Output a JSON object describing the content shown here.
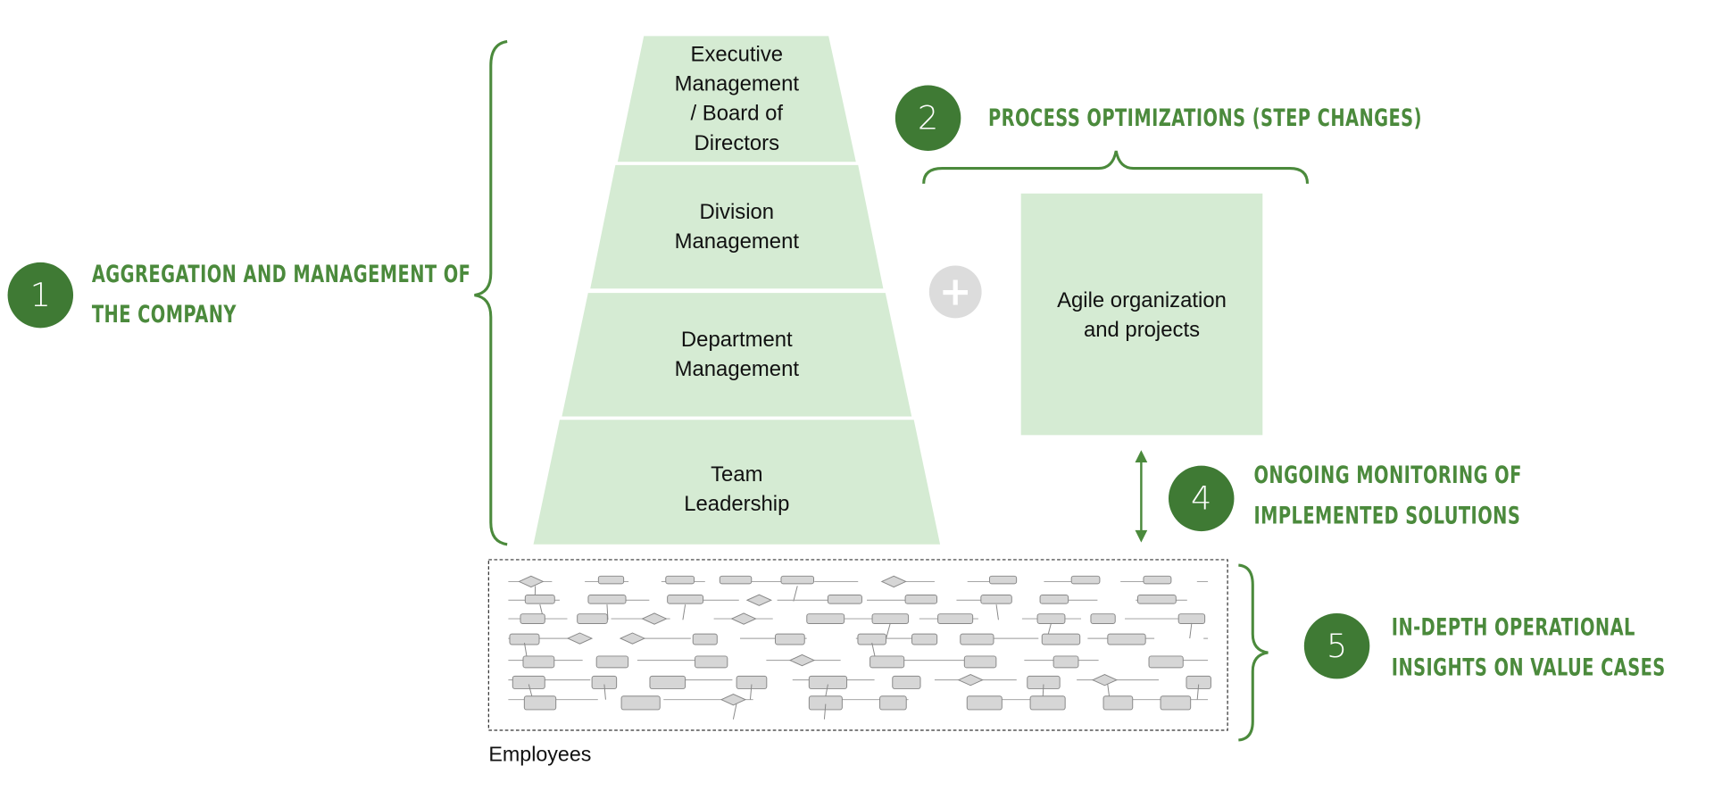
{
  "pyramid": {
    "tiers": [
      {
        "label": "Executive Management / Board of Directors",
        "lines": [
          "Executive",
          "Management",
          "/ Board of",
          "Directors"
        ]
      },
      {
        "label": "Division Management",
        "lines": [
          "Division",
          "Management"
        ]
      },
      {
        "label": "Department Management",
        "lines": [
          "Department",
          "Management"
        ]
      },
      {
        "label": "Team Leadership",
        "lines": [
          "Team",
          "Leadership"
        ]
      }
    ],
    "fill_color": "#d5ebd3"
  },
  "callouts": [
    {
      "number": "1",
      "lines": [
        "AGGREGATION AND MANAGEMENT OF",
        "THE COMPANY"
      ]
    },
    {
      "number": "2",
      "lines": [
        "PROCESS OPTIMIZATIONS (STEP CHANGES)"
      ]
    },
    {
      "number": "4",
      "lines": [
        "ONGOING MONITORING OF",
        "IMPLEMENTED SOLUTIONS"
      ]
    },
    {
      "number": "5",
      "lines": [
        "IN-DEPTH OPERATIONAL",
        "INSIGHTS ON VALUE CASES"
      ]
    }
  ],
  "agile_box": {
    "lines": [
      "Agile organization",
      "and projects"
    ]
  },
  "plus_icon": "plus-icon",
  "employees_label": "Employees",
  "accent_color": "#3f7a34"
}
